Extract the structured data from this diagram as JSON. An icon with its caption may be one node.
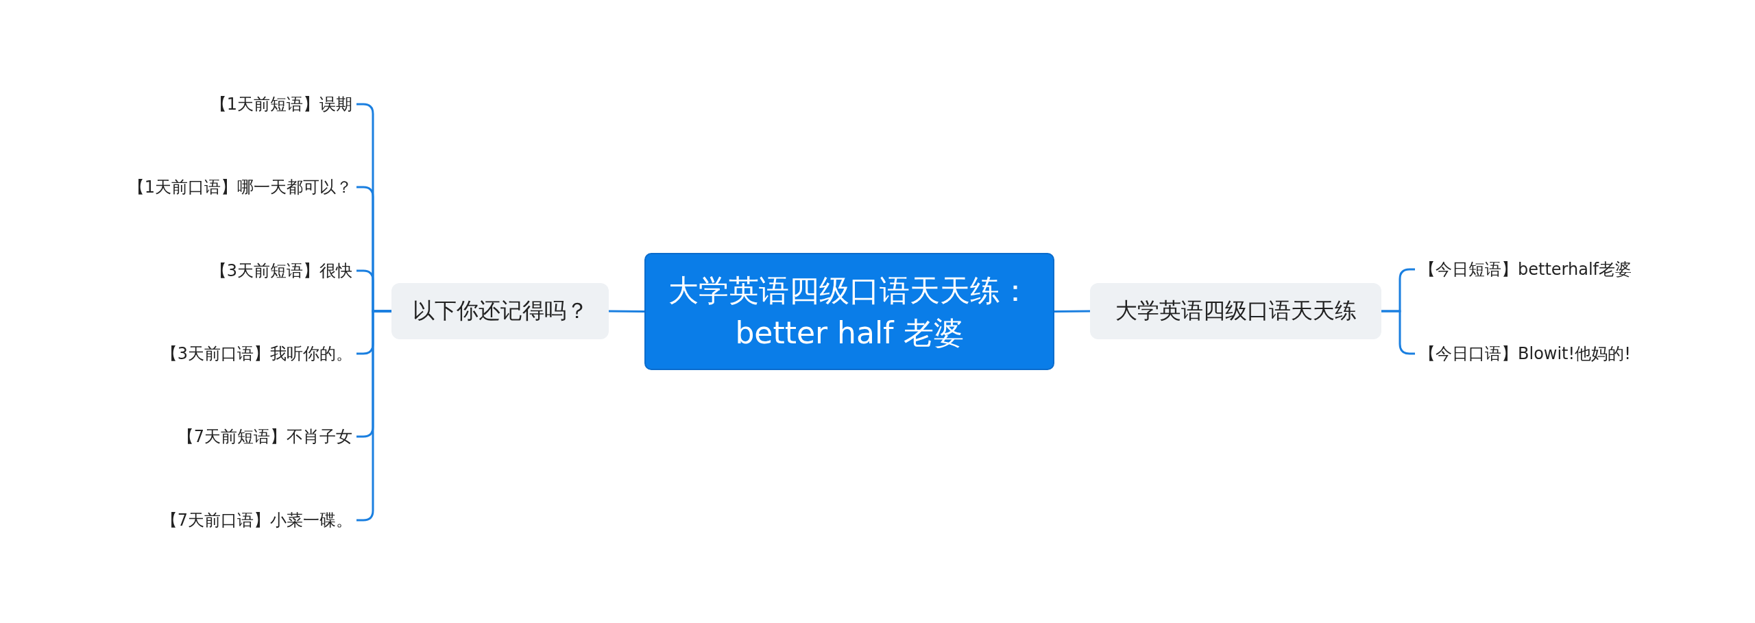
{
  "diagram": {
    "nodes": [
      {
        "text": [
          "大学英语四级口语天天练：better half 老婆"
        ]
      },
      {
        "text": [
          "以下你还记得吗？"
        ]
      },
      {
        "text": [
          "【1天前短语】误期"
        ]
      },
      {
        "text": [
          "【1天前口语】哪一天都可以？"
        ]
      },
      {
        "text": [
          "【3天前短语】很快"
        ]
      },
      {
        "text": [
          "【3天前口语】我听你的。"
        ]
      },
      {
        "text": [
          "【7天前短语】不肖子女"
        ]
      },
      {
        "text": [
          "【7天前口语】小菜一碟。"
        ]
      },
      {
        "text": [
          "大学英语四级口语天天练"
        ]
      },
      {
        "text": [
          "【今日短语】betterhalf老婆"
        ]
      },
      {
        "text": [
          "【今日口语】Blowit!他妈的!"
        ]
      }
    ],
    "edges": [
      {
        "from": 0,
        "to": 1,
        "arrow": "none"
      },
      {
        "from": 1,
        "to": 2,
        "arrow": "none"
      },
      {
        "from": 1,
        "to": 3,
        "arrow": "none"
      },
      {
        "from": 1,
        "to": 4,
        "arrow": "none"
      },
      {
        "from": 1,
        "to": 5,
        "arrow": "none"
      },
      {
        "from": 1,
        "to": 6,
        "arrow": "none"
      },
      {
        "from": 1,
        "to": 7,
        "arrow": "none"
      },
      {
        "from": 0,
        "to": 8,
        "arrow": "none"
      },
      {
        "from": 8,
        "to": 9,
        "arrow": "none"
      },
      {
        "from": 8,
        "to": 10,
        "arrow": "none"
      }
    ]
  }
}
